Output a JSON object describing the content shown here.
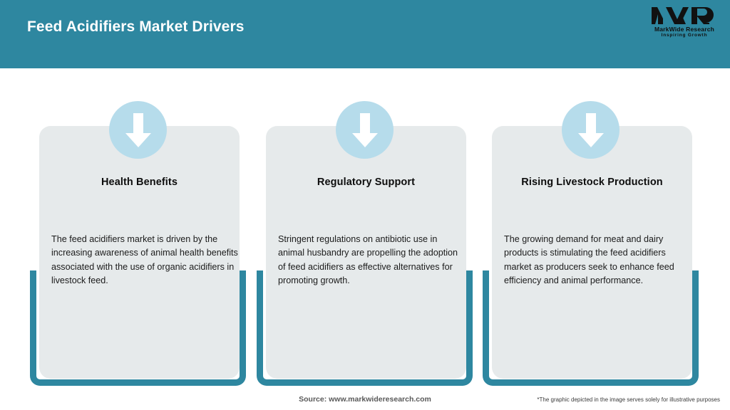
{
  "header": {
    "title": "Feed Acidifiers Market Drivers",
    "bar_color": "#2e87a0",
    "title_color": "#ffffff"
  },
  "logo": {
    "mark": "MWR",
    "name": "MarkWide Research",
    "tagline": "Inspiring Growth"
  },
  "cards": [
    {
      "icon": "arrow-down-icon",
      "title": "Health Benefits",
      "body": "The feed acidifiers market is driven by the increasing awareness of animal health benefits associated with the use of organic acidifiers in livestock feed."
    },
    {
      "icon": "arrow-down-icon",
      "title": "Regulatory Support",
      "body": "Stringent regulations on antibiotic use in animal husbandry are propelling the adoption of feed acidifiers as effective alternatives for promoting growth."
    },
    {
      "icon": "arrow-down-icon",
      "title": "Rising Livestock Production",
      "body": "The growing demand for meat and dairy products is stimulating the feed acidifiers market as producers seek to enhance feed efficiency and animal performance."
    }
  ],
  "footer": {
    "source": "Source: www.markwideresearch.com",
    "disclaimer": "*The graphic depicted in the image serves solely for illustrative purposes"
  },
  "colors": {
    "teal": "#2e87a0",
    "panel_gray": "#e6eaeb",
    "icon_blue": "#b6dceb",
    "arrow_white": "#ffffff"
  }
}
